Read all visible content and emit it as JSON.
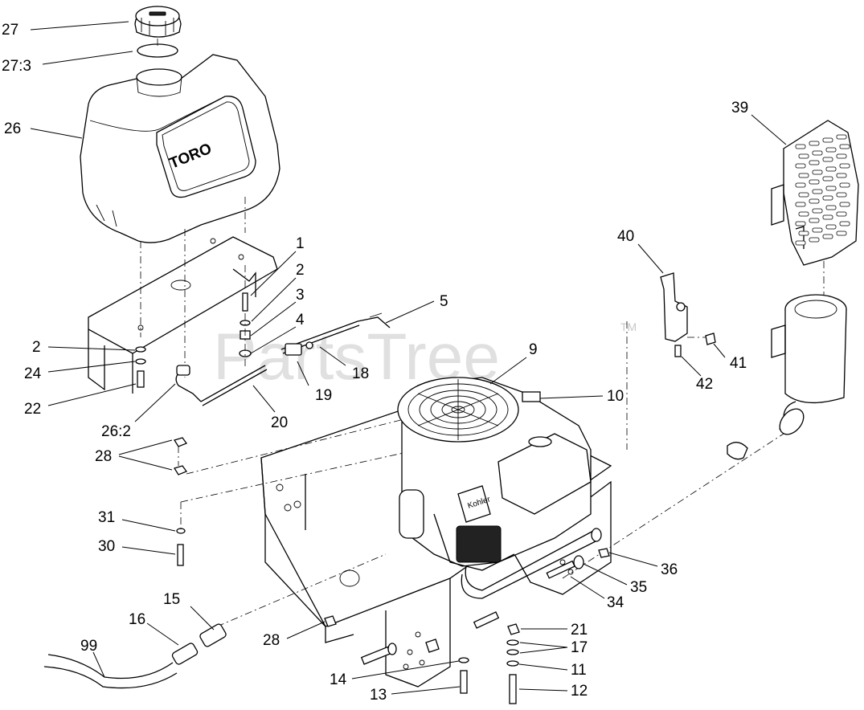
{
  "watermark": {
    "text": "PartsTree",
    "mark": "TM"
  },
  "tank_brand": "TORO",
  "engine_brand": "Kohler",
  "callouts": [
    {
      "id": "c27",
      "label": "27"
    },
    {
      "id": "c27-3",
      "label": "27:3"
    },
    {
      "id": "c26",
      "label": "26"
    },
    {
      "id": "c39",
      "label": "39"
    },
    {
      "id": "c1",
      "label": "1"
    },
    {
      "id": "c2a",
      "label": "2"
    },
    {
      "id": "c3",
      "label": "3"
    },
    {
      "id": "c4",
      "label": "4"
    },
    {
      "id": "c5",
      "label": "5"
    },
    {
      "id": "c40",
      "label": "40"
    },
    {
      "id": "c2b",
      "label": "2"
    },
    {
      "id": "c24",
      "label": "24"
    },
    {
      "id": "c22",
      "label": "22"
    },
    {
      "id": "c18",
      "label": "18"
    },
    {
      "id": "c19",
      "label": "19"
    },
    {
      "id": "c20",
      "label": "20"
    },
    {
      "id": "c9",
      "label": "9"
    },
    {
      "id": "c10",
      "label": "10"
    },
    {
      "id": "c41",
      "label": "41"
    },
    {
      "id": "c42",
      "label": "42"
    },
    {
      "id": "c26-2",
      "label": "26:2"
    },
    {
      "id": "c28a",
      "label": "28"
    },
    {
      "id": "c31",
      "label": "31"
    },
    {
      "id": "c30",
      "label": "30"
    },
    {
      "id": "c36",
      "label": "36"
    },
    {
      "id": "c35",
      "label": "35"
    },
    {
      "id": "c34",
      "label": "34"
    },
    {
      "id": "c15",
      "label": "15"
    },
    {
      "id": "c16",
      "label": "16"
    },
    {
      "id": "c99",
      "label": "99"
    },
    {
      "id": "c28b",
      "label": "28"
    },
    {
      "id": "c21",
      "label": "21"
    },
    {
      "id": "c17",
      "label": "17"
    },
    {
      "id": "c11",
      "label": "11"
    },
    {
      "id": "c14",
      "label": "14"
    },
    {
      "id": "c13",
      "label": "13"
    },
    {
      "id": "c12",
      "label": "12"
    }
  ]
}
